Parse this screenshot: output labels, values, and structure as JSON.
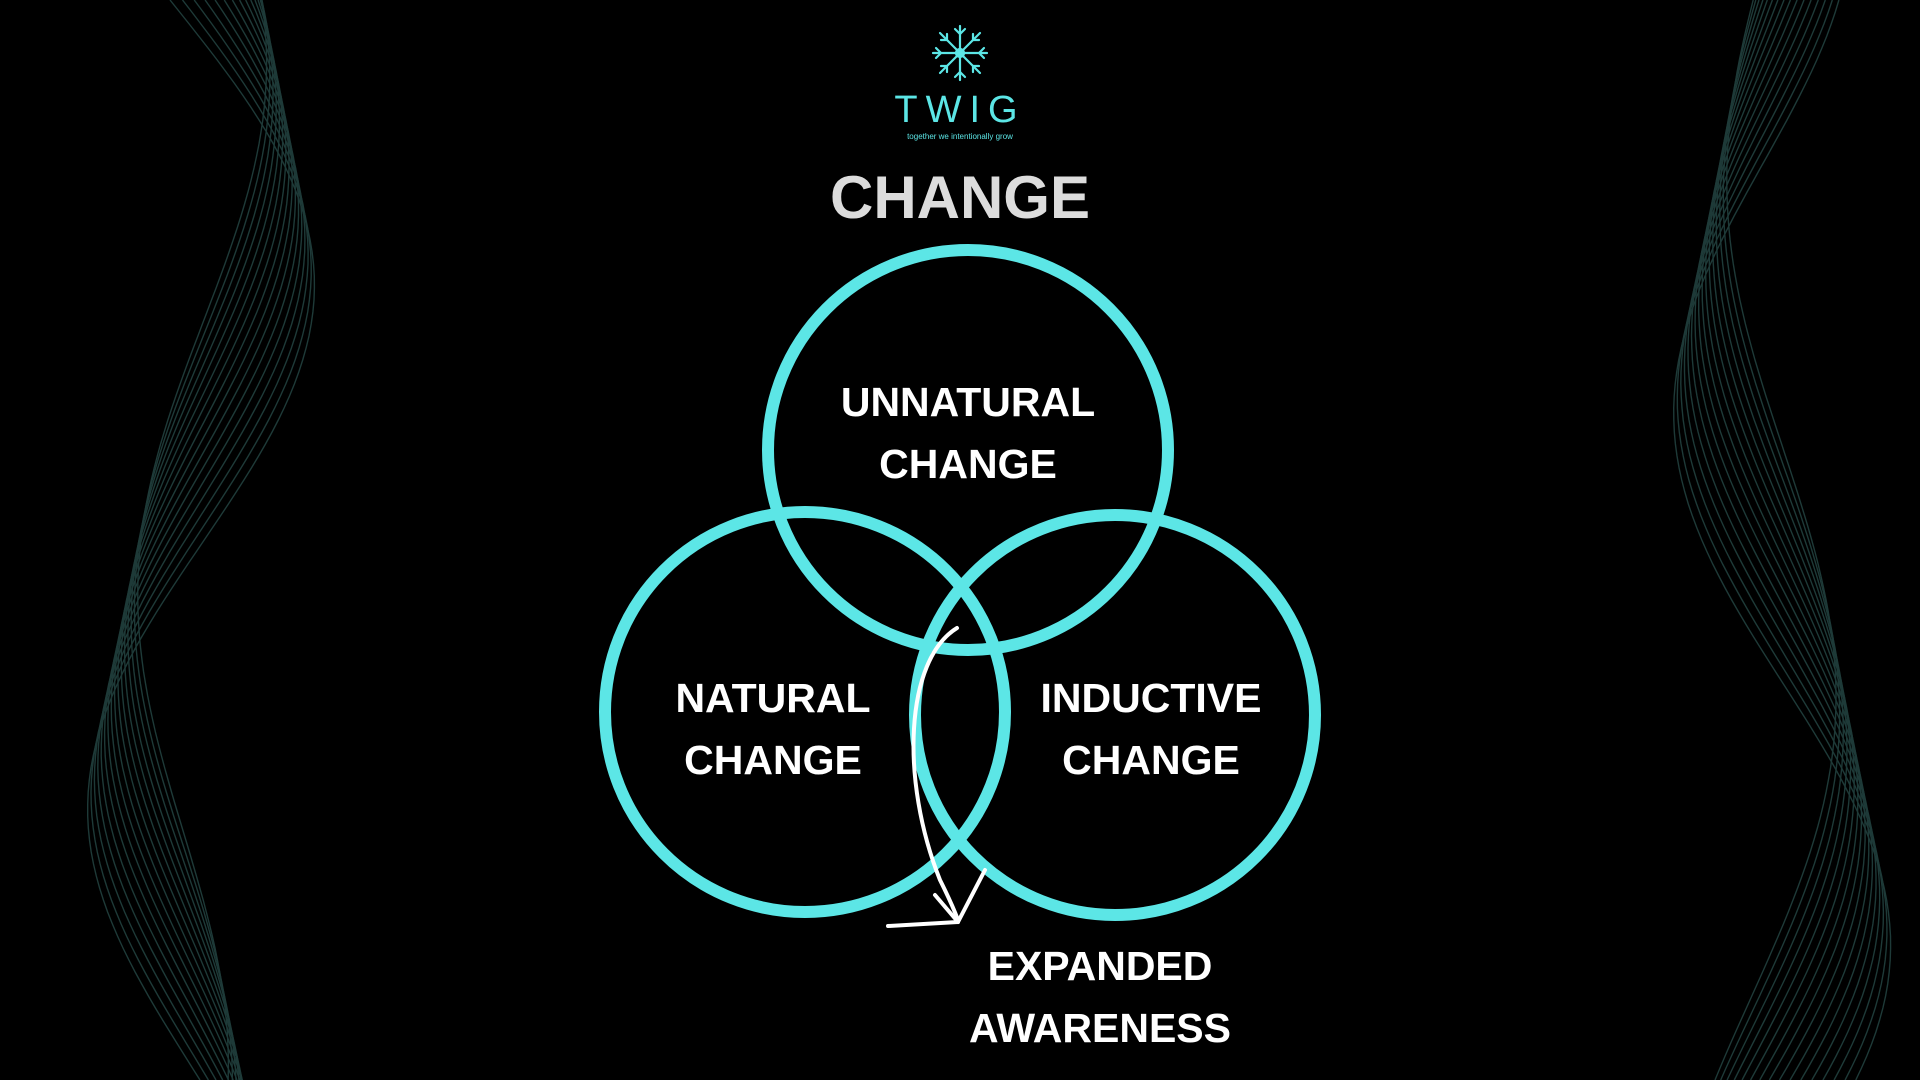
{
  "branding": {
    "logo_icon": "snowflake-tree-icon",
    "name": "TWIG",
    "tagline": "together we intentionally grow"
  },
  "title": "CHANGE",
  "circles": {
    "top": {
      "line1": "UNNATURAL",
      "line2": "CHANGE"
    },
    "left": {
      "line1": "NATURAL",
      "line2": "CHANGE"
    },
    "right": {
      "line1": "INDUCTIVE",
      "line2": "CHANGE"
    }
  },
  "outcome": {
    "line1": "EXPANDED",
    "line2": "AWARENESS"
  },
  "colors": {
    "background": "#000000",
    "circle_stroke": "#5ce6e6",
    "text": "#ffffff",
    "title": "#dcdcdc",
    "waves": "#1e3a38"
  }
}
